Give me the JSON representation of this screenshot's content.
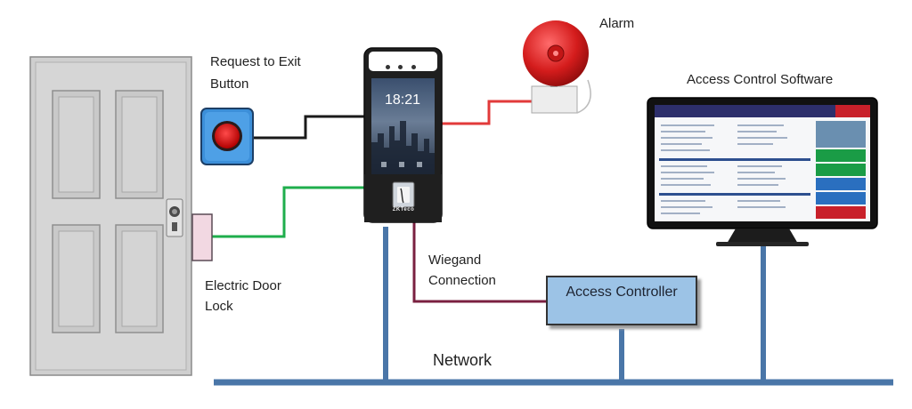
{
  "labels": {
    "request_exit_line1": "Request to Exit",
    "request_exit_line2": "Button",
    "alarm": "Alarm",
    "software": "Access Control Software",
    "door_lock_line1": "Electric Door",
    "door_lock_line2": "Lock",
    "wiegand_line1": "Wiegand",
    "wiegand_line2": "Connection",
    "controller": "Access Controller",
    "network": "Network"
  },
  "terminal": {
    "time": "18:21",
    "brand": "ZKTeco"
  },
  "icons": {
    "door": "door-icon",
    "exit_button": "exit-button-icon",
    "alarm_bell": "alarm-bell-icon",
    "terminal": "access-terminal-icon",
    "monitor": "monitor-icon",
    "lock": "electric-lock-icon"
  },
  "colors": {
    "network_bus": "#4a76a8",
    "exit_wire": "#1a1a1a",
    "alarm_wire": "#e23a3a",
    "lock_wire": "#1fae4c",
    "wiegand_wire": "#7a2040",
    "controller_fill": "#9cc3e6"
  }
}
